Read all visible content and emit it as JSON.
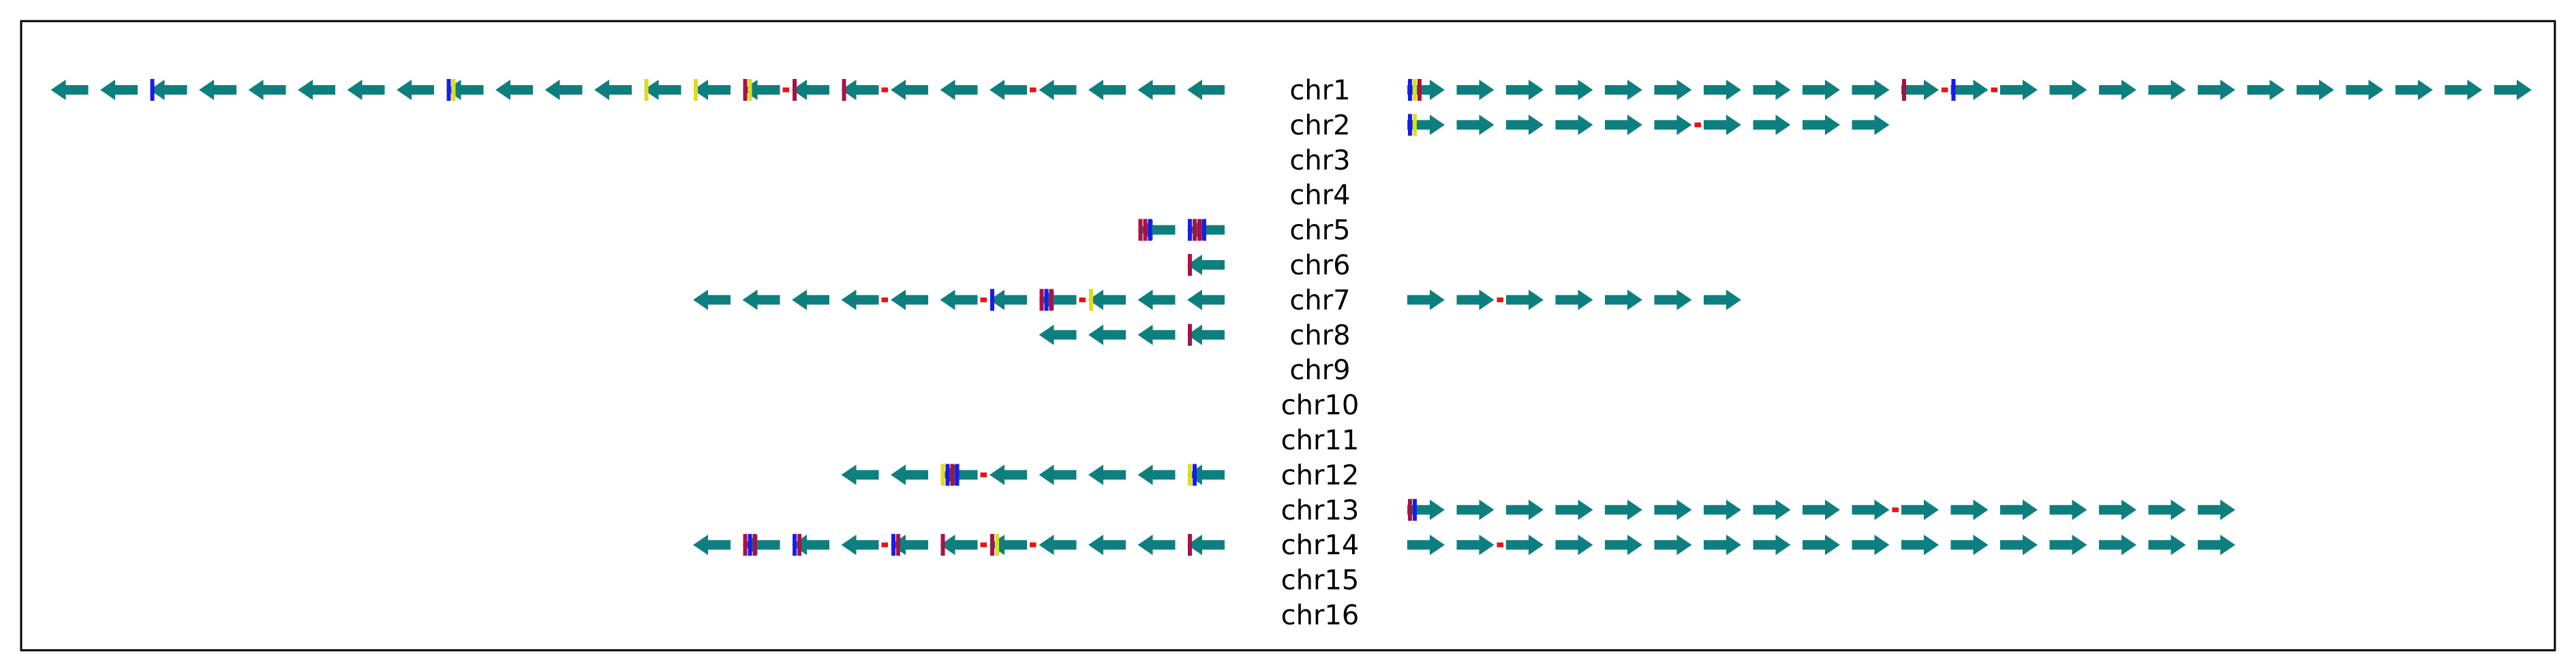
{
  "colors": {
    "arrow": "#0e7f7f",
    "gap": "#ee1111",
    "mark_blue": "#1a1aee",
    "mark_yellow": "#dddd22",
    "mark_darkred": "#aa1144",
    "frame": "#000000"
  },
  "chromosomes": [
    {
      "label": "chr1",
      "left": {
        "count": 24,
        "gaps": [
          3,
          6,
          8
        ],
        "marks": [
          [
            7,
            [
              "darkred"
            ]
          ],
          [
            8,
            [
              "darkred"
            ]
          ],
          [
            9,
            [
              "darkred",
              "yellow"
            ]
          ],
          [
            10,
            [
              "yellow"
            ]
          ],
          [
            11,
            [
              "yellow"
            ]
          ],
          [
            15,
            [
              "blue",
              "yellow"
            ]
          ],
          [
            21,
            [
              "blue"
            ]
          ]
        ]
      },
      "right": {
        "count": 23,
        "gaps": [
          10,
          11
        ],
        "marks": [
          [
            0,
            [
              "blue",
              "yellow",
              "darkred"
            ]
          ],
          [
            10,
            [
              "darkred"
            ]
          ],
          [
            11,
            [
              "blue"
            ]
          ]
        ]
      }
    },
    {
      "label": "chr2",
      "left": null,
      "right": {
        "count": 10,
        "gaps": [
          5
        ],
        "marks": [
          [
            0,
            [
              "blue",
              "yellow"
            ]
          ]
        ]
      }
    },
    {
      "label": "chr3",
      "left": null,
      "right": null
    },
    {
      "label": "chr4",
      "left": null,
      "right": null
    },
    {
      "label": "chr5",
      "left": {
        "count": 2,
        "gaps": [],
        "marks": [
          [
            0,
            [
              "blue",
              "darkred",
              "darkred",
              "blue"
            ]
          ],
          [
            1,
            [
              "darkred",
              "darkred",
              "blue"
            ]
          ]
        ]
      },
      "right": null
    },
    {
      "label": "chr6",
      "left": {
        "count": 1,
        "gaps": [],
        "marks": [
          [
            0,
            [
              "darkred"
            ]
          ]
        ]
      },
      "right": null
    },
    {
      "label": "chr7",
      "left": {
        "count": 11,
        "gaps": [
          2,
          4,
          6
        ],
        "marks": [
          [
            2,
            [
              "yellow"
            ]
          ],
          [
            3,
            [
              "darkred",
              "blue",
              "darkred"
            ]
          ],
          [
            4,
            [
              "blue"
            ]
          ]
        ]
      },
      "right": {
        "count": 7,
        "gaps": [
          1
        ],
        "marks": []
      }
    },
    {
      "label": "chr8",
      "left": {
        "count": 4,
        "gaps": [],
        "marks": [
          [
            0,
            [
              "darkred"
            ]
          ]
        ]
      },
      "right": null
    },
    {
      "label": "chr9",
      "left": null,
      "right": null
    },
    {
      "label": "chr10",
      "left": null,
      "right": null
    },
    {
      "label": "chr11",
      "left": null,
      "right": null
    },
    {
      "label": "chr12",
      "left": {
        "count": 8,
        "gaps": [
          4
        ],
        "marks": [
          [
            0,
            [
              "yellow",
              "blue"
            ]
          ],
          [
            5,
            [
              "yellow",
              "blue",
              "darkred",
              "blue"
            ]
          ]
        ]
      },
      "right": null
    },
    {
      "label": "chr13",
      "left": null,
      "right": {
        "count": 17,
        "gaps": [
          9
        ],
        "marks": [
          [
            0,
            [
              "darkred",
              "blue"
            ]
          ]
        ]
      }
    },
    {
      "label": "chr14",
      "left": {
        "count": 11,
        "gaps": [
          3,
          4,
          6
        ],
        "marks": [
          [
            0,
            [
              "darkred"
            ]
          ],
          [
            4,
            [
              "darkred",
              "yellow"
            ]
          ],
          [
            5,
            [
              "darkred"
            ]
          ],
          [
            6,
            [
              "blue",
              "darkred"
            ]
          ],
          [
            8,
            [
              "blue",
              "darkred"
            ]
          ],
          [
            9,
            [
              "darkred",
              "blue",
              "darkred"
            ]
          ]
        ]
      },
      "right": {
        "count": 17,
        "gaps": [
          1
        ],
        "marks": []
      }
    },
    {
      "label": "chr15",
      "left": null,
      "right": null
    },
    {
      "label": "chr16",
      "left": null,
      "right": null
    }
  ]
}
